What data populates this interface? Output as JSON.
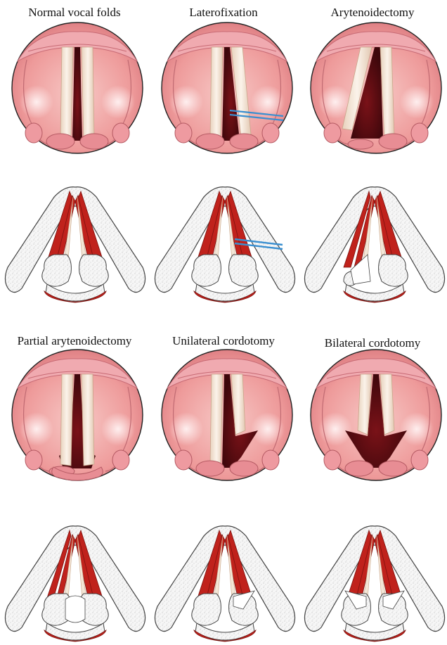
{
  "panels": [
    {
      "id": "normal",
      "title": "Normal vocal folds",
      "glottis": "normal",
      "suture": false
    },
    {
      "id": "laterofixation",
      "title": "Laterofixation",
      "glottis": "laterofixation",
      "suture": true
    },
    {
      "id": "arytenoidectomy",
      "title": "Arytenoidectomy",
      "glottis": "arytenoidectomy",
      "suture": false
    },
    {
      "id": "partial",
      "title": "Partial arytenoidectomy",
      "glottis": "partial",
      "suture": false
    },
    {
      "id": "unilateral",
      "title": "Unilateral cordotomy",
      "glottis": "unilateral",
      "suture": false
    },
    {
      "id": "bilateral",
      "title": "Bilateral cordotomy",
      "glottis": "bilateral",
      "suture": false
    }
  ],
  "colors": {
    "mucosa": "#f2a3a3",
    "mucosa_dark": "#d97a80",
    "fold": "#f3e6d6",
    "glottis": "#5a0d12",
    "muscle": "#c0221c",
    "cartilage": "#f4f4f4",
    "suture": "#3a8fd0"
  }
}
